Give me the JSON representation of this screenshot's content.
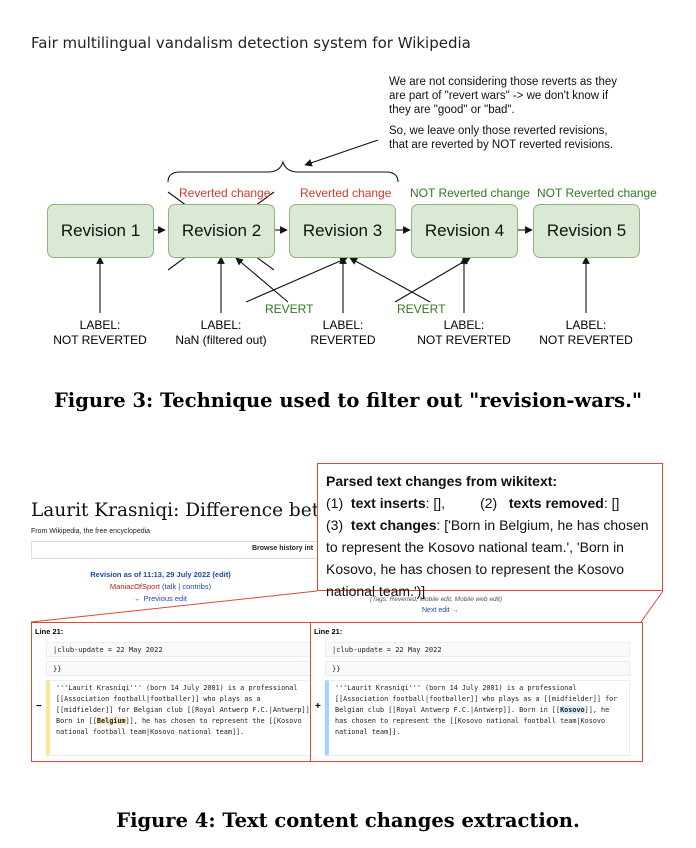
{
  "header": {
    "running_title": "Fair multilingual vandalism detection system for Wikipedia"
  },
  "figure3": {
    "caption": "Figure 3: Technique used to filter out \"revision-wars.\"",
    "note_line1": "We are not considering those reverts as they",
    "note_line2": "are part of \"revert wars\" -> we don't know if",
    "note_line3": "they are \"good\" or \"bad\".",
    "note_line4": "So, we leave only those reverted revisions,",
    "note_line5": "that are reverted by NOT reverted revisions.",
    "nodes": [
      "Revision 1",
      "Revision 2",
      "Revision 3",
      "Revision 4",
      "Revision 5"
    ],
    "headers": [
      "Reverted change",
      "Reverted change",
      "NOT Reverted change",
      "NOT Reverted change"
    ],
    "revert_label": "REVERT",
    "labels": [
      {
        "line1": "LABEL:",
        "line2": "NOT REVERTED"
      },
      {
        "line1": "LABEL:",
        "line2": "NaN (filtered out)"
      },
      {
        "line1": "LABEL:",
        "line2": "REVERTED"
      },
      {
        "line1": "LABEL:",
        "line2": "NOT REVERTED"
      },
      {
        "line1": "LABEL:",
        "line2": "NOT REVERTED"
      }
    ],
    "colors": {
      "node_fill": "#dae8d4",
      "node_border": "#8fb57f",
      "reverted": "#d13b2c",
      "not_reverted": "#2f7a1f"
    }
  },
  "figure4": {
    "caption": "Figure 4: Text content changes extraction.",
    "wiki_title": "Laurit Krasniqi: Difference between revis",
    "wiki_subtitle": "From Wikipedia, the free encyclopedia",
    "browse_label": "Browse history int",
    "revision_line": "Revision as of 11:13, 29 July 2022 (edit)",
    "author_name": "ManiacOfSport",
    "author_links": "(talk | contribs)",
    "previous_edit": "← Previous edit",
    "tags_text": "(Tags: Reverted, Mobile edit, Mobile web edit)",
    "next_edit": "Next edit →",
    "popup": {
      "heading": "Parsed text changes from wikitext:",
      "item1_num": "(1)",
      "item1_label": "text inserts",
      "item1_value": ": [],",
      "item2_num": "(2)",
      "item2_label": "texts removed",
      "item2_value": ": []",
      "item3_num": "(3)",
      "item3_label": "text changes",
      "item3_value": ": ['Born in Belgium, he has chosen to represent the Kosovo national team.', 'Born in Kosovo, he has chosen to represent the Kosovo national team.')]"
    },
    "left": {
      "line_label": "Line 21:",
      "row1": "|club-update = 22 May 2022",
      "row2": "}}",
      "sign": "−",
      "code_before": "'''Laurit Krasniqi''' (born 14 July 2001) is a professional [[Association football|footballer]] who plays as a [[midfielder]] for Belgian club [[Royal Antwerp F.C.|Antwerp]]. Born in [[",
      "code_mark": "Belgium",
      "code_after": "]], he has chosen to represent the [[Kosovo national football team|Kosovo national team]]."
    },
    "right": {
      "line_label": "Line 21:",
      "row1": "|club-update = 22 May 2022",
      "row2": "}}",
      "sign": "+",
      "code_before": "'''Laurit Krasniqi''' (born 14 July 2001) is a professional [[Association football|footballer]] who plays as a [[midfielder]] for Belgian club [[Royal Antwerp F.C.|Antwerp]]. Born in [[",
      "code_mark": "Kosovo",
      "code_after": "]], he has chosen to represent the [[Kosovo national football team|Kosovo national team]]."
    }
  }
}
